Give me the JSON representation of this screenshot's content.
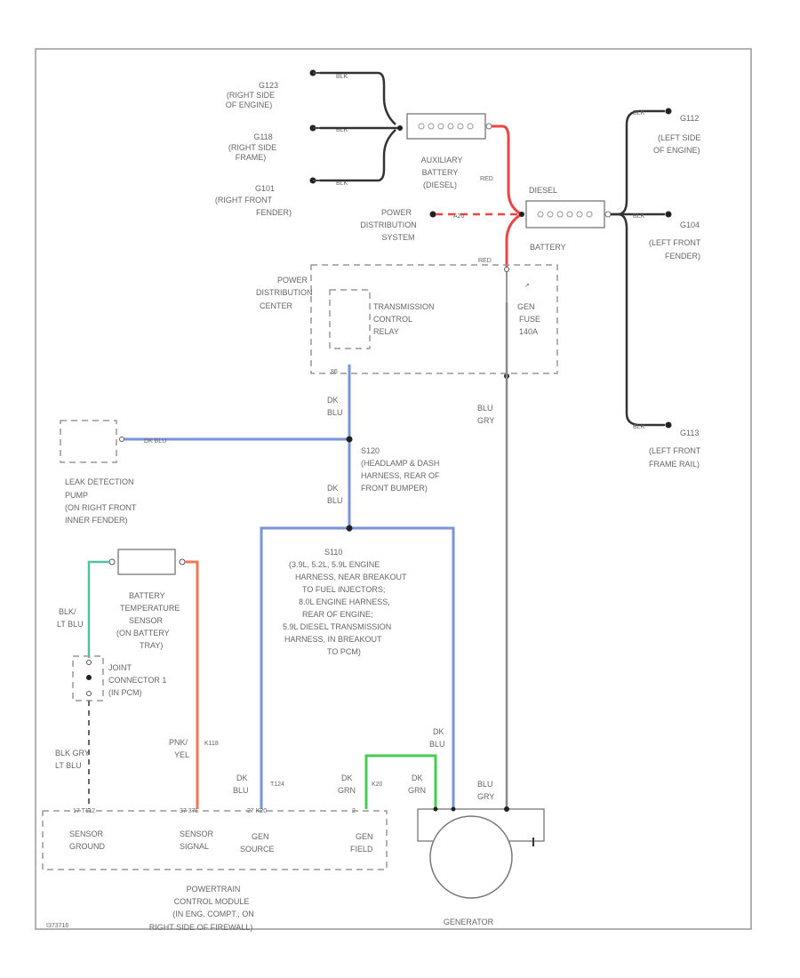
{
  "diagram": {
    "footer_code": "I373716",
    "grounds": {
      "g123": [
        "G123",
        "(RIGHT SIDE",
        "OF ENGINE)"
      ],
      "g118": [
        "G118",
        "(RIGHT SIDE",
        "FRAME)"
      ],
      "g101": [
        "G101",
        "(RIGHT FRONT",
        "FENDER)"
      ],
      "g112": [
        "G112",
        "(LEFT SIDE",
        "OF ENGINE)"
      ],
      "g104": [
        "G104",
        "(LEFT FRONT",
        "FENDER)"
      ],
      "g113": [
        "G113",
        "(LEFT FRONT",
        "FRAME RAIL)"
      ]
    },
    "aux_battery": [
      "AUXILIARY",
      "BATTERY",
      "(DIESEL)"
    ],
    "battery": "BATTERY",
    "diesel": "DIESEL",
    "power_distribution_system": [
      "POWER",
      "DISTRIBUTION",
      "SYSTEM"
    ],
    "power_distribution_center": [
      "POWER",
      "DISTRIBUTION",
      "CENTER"
    ],
    "transmission_relay": [
      "TRANSMISSION",
      "CONTROL",
      "RELAY"
    ],
    "gen_fuse": [
      "GEN",
      "FUSE",
      "140A"
    ],
    "leak_pump": [
      "LEAK DETECTION",
      "PUMP",
      "(ON RIGHT FRONT",
      "INNER FENDER)"
    ],
    "splice_s120": [
      "S120",
      "(HEADLAMP & DASH",
      "HARNESS, REAR OF",
      "FRONT BUMPER)"
    ],
    "splice_s110": [
      "S110",
      "(3.9L, 5.2L, 5.9L ENGINE",
      "HARNESS, NEAR BREAKOUT",
      "TO FUEL INJECTORS;",
      "8.0L ENGINE HARNESS,",
      "REAR OF ENGINE;",
      "5.9L DIESEL TRANSMISSION",
      "HARNESS, IN BREAKOUT",
      "TO PCM)"
    ],
    "battery_temp_sensor": [
      "BATTERY",
      "TEMPERATURE",
      "SENSOR",
      "(ON BATTERY",
      "TRAY)"
    ],
    "joint_connector": [
      "JOINT",
      "CONNECTOR 1",
      "(IN PCM)"
    ],
    "pcm": [
      "POWERTRAIN",
      "CONTROL MODULE",
      "(IN ENG. COMPT., ON",
      "RIGHT SIDE OF FIREWALL)"
    ],
    "pcm_pins": {
      "sensor_ground": [
        "SENSOR",
        "GROUND"
      ],
      "sensor_signal": [
        "SENSOR",
        "SIGNAL"
      ],
      "gen_source": [
        "GEN",
        "SOURCE"
      ],
      "gen_field": [
        "GEN",
        "FIELD"
      ]
    },
    "generator": "GENERATOR",
    "wire_labels": {
      "blk": "BLK",
      "red": "RED",
      "a20": "A20",
      "dk_blu": [
        "DK",
        "BLU"
      ],
      "dk_blu_inline": "DK BLU",
      "blu_gry": [
        "BLU",
        "GRY"
      ],
      "blu_ltblu": [
        "BLK/",
        "LT BLU"
      ],
      "blu_gry_ltblu": [
        "BLK GRY",
        "LT BLU"
      ],
      "pnk_yel": [
        "PNK/",
        "YEL"
      ],
      "k118": "K118",
      "k20": "K20",
      "t124": "T124",
      "dk_grn": [
        "DK",
        "GRN"
      ],
      "pin_t112": "17 T112",
      "pin_37": "37 37L",
      "pin_k20": "27 K20",
      "pin_2": "2"
    }
  }
}
